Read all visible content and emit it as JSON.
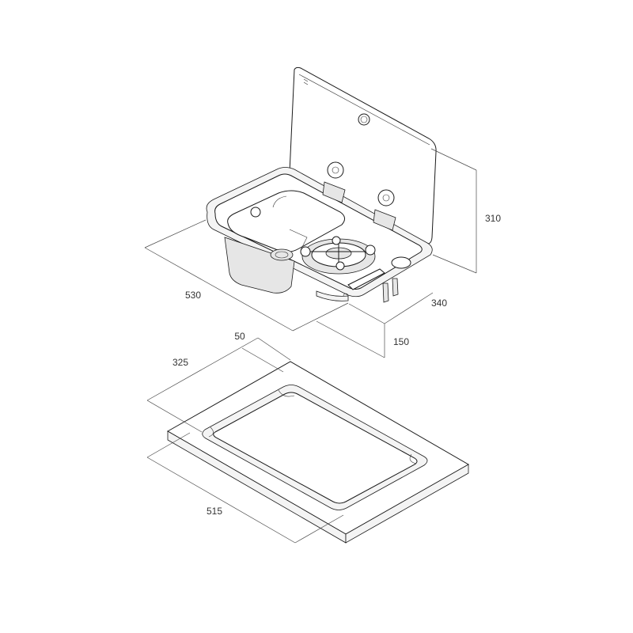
{
  "dimensions": {
    "sink_unit": {
      "width": "530",
      "depth": "340",
      "height_open": "310",
      "height_below": "150"
    },
    "cutout": {
      "margin": "50",
      "depth": "325",
      "width": "515"
    }
  },
  "colors": {
    "line": "#1a1a1a",
    "dimension_line": "#4a4a4a",
    "text": "#333333",
    "fill_light": "#f4f4f4",
    "fill_mid": "#e6e6e6"
  }
}
